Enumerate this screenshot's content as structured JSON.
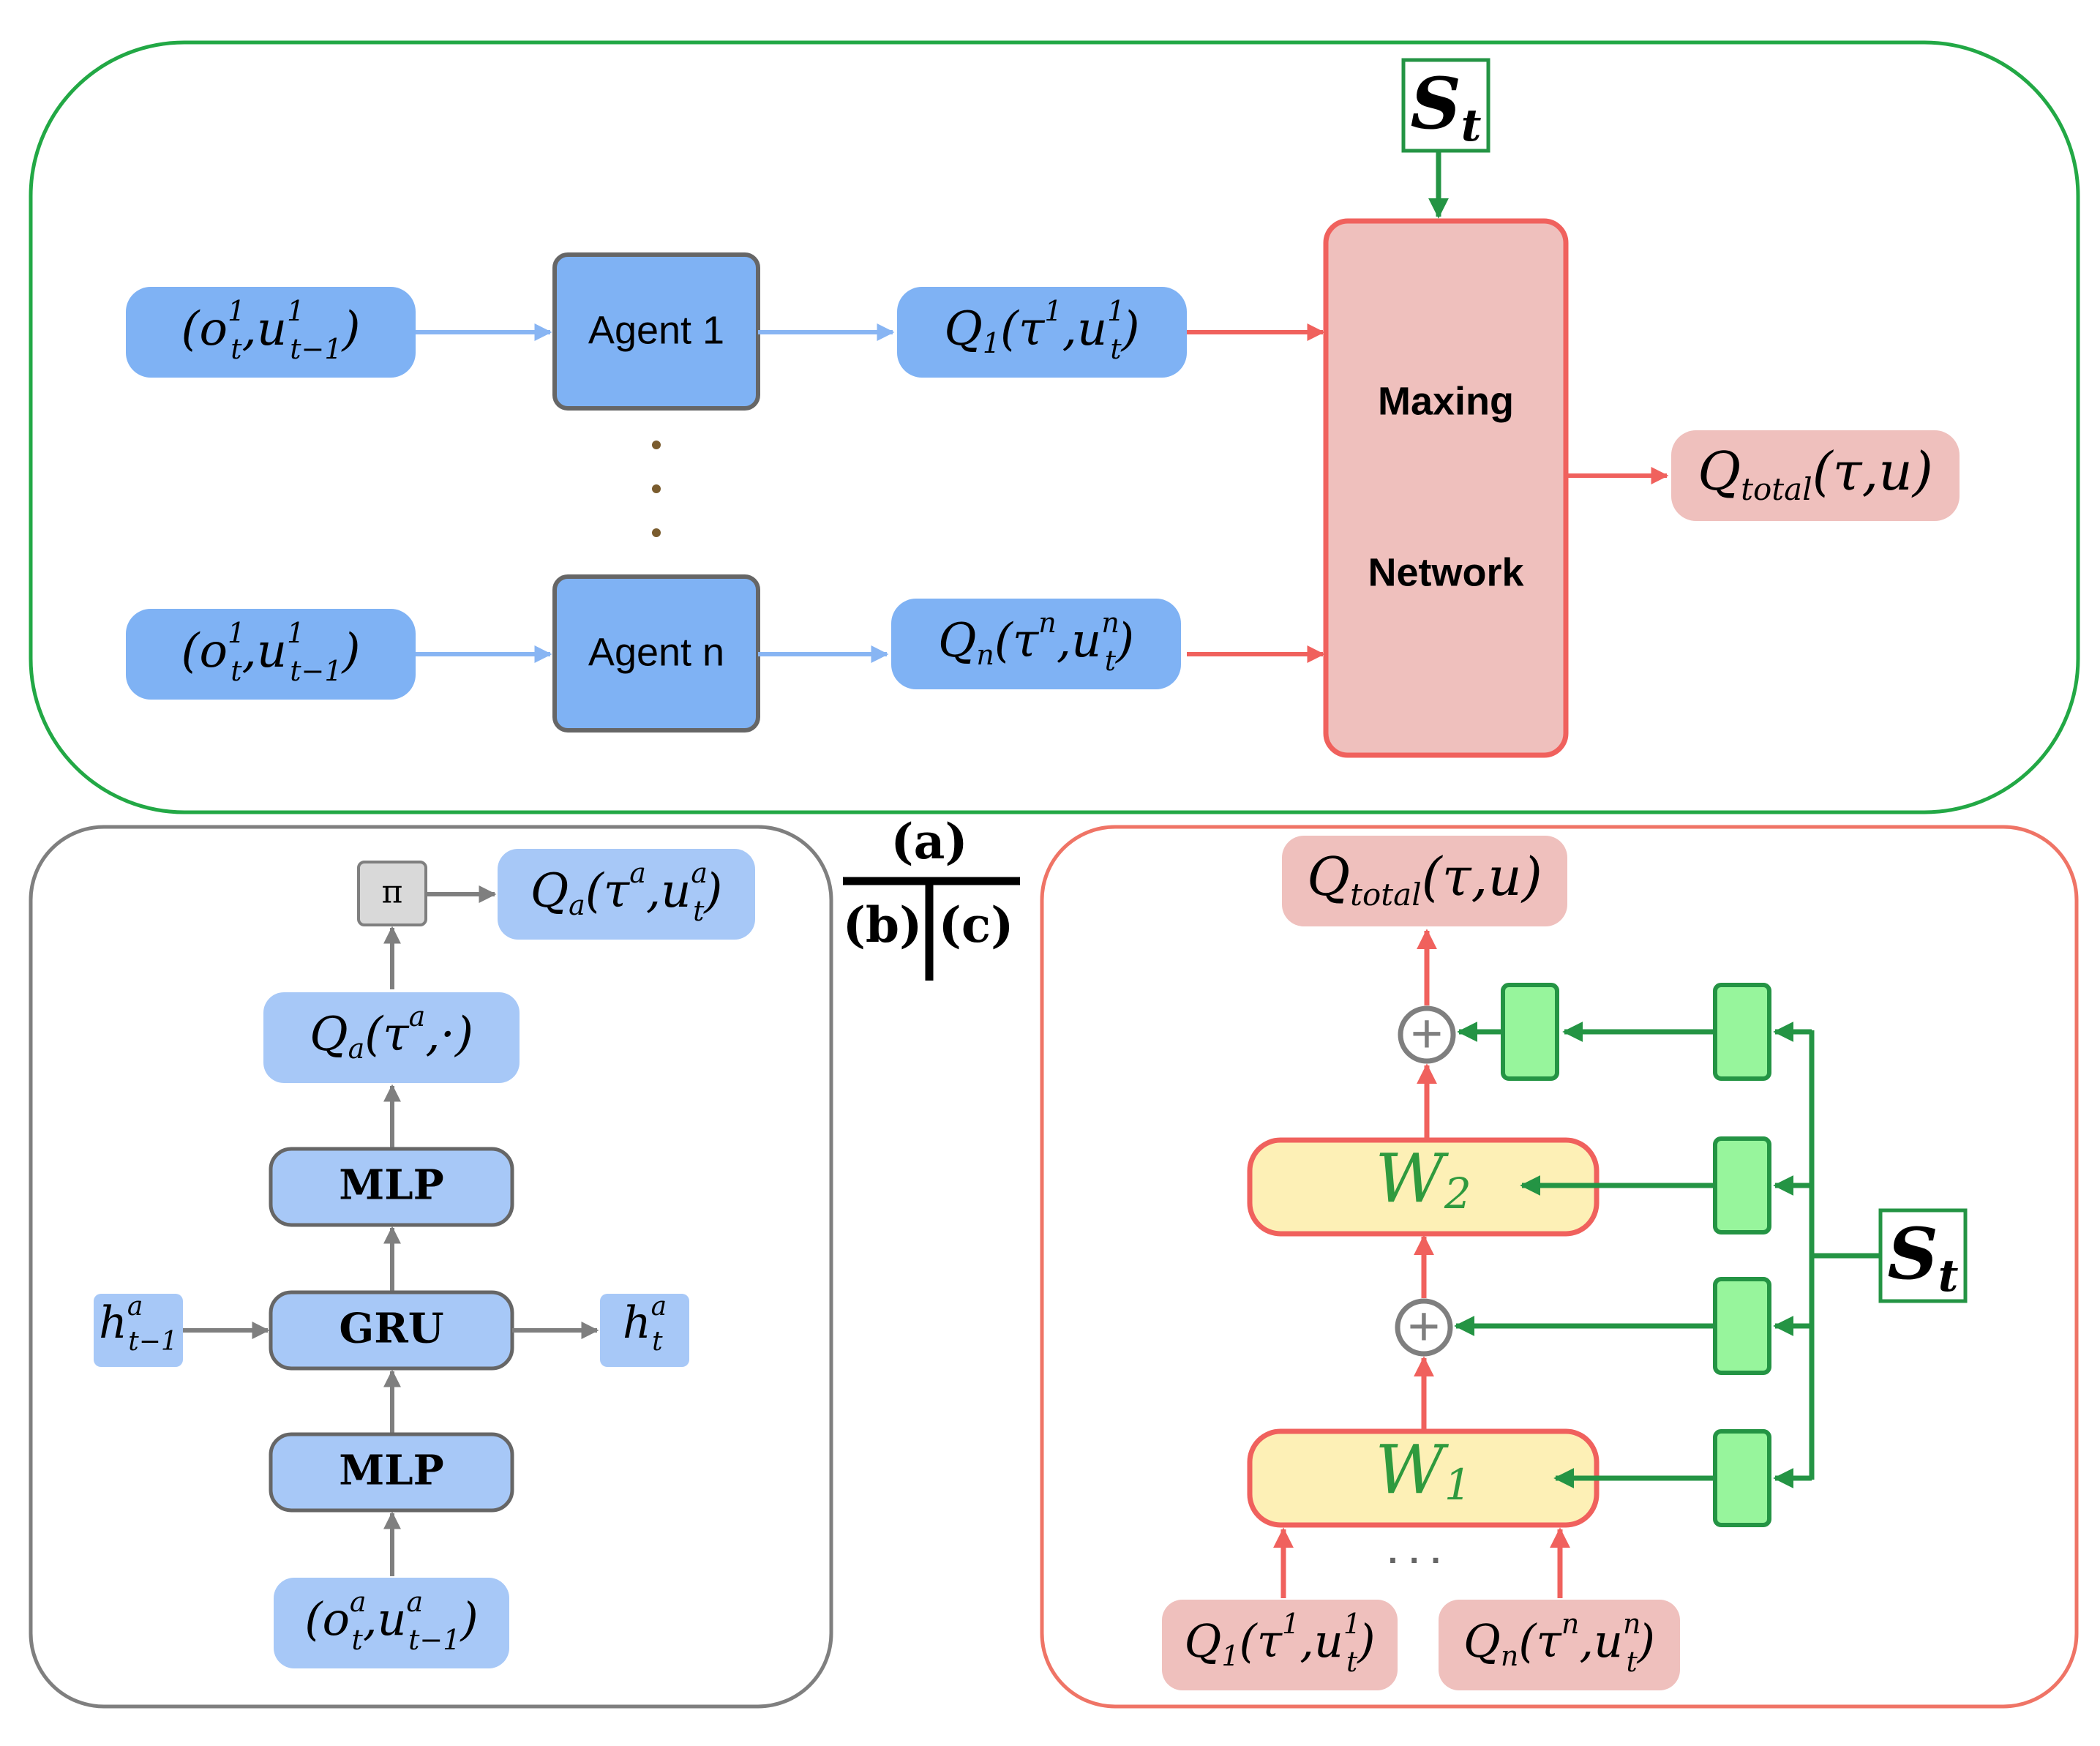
{
  "colors": {
    "panel_a_border": "#22a845",
    "panel_b_border": "#7f7f7f",
    "panel_c_border": "#ef7466",
    "light_blue": "#a7c8f7",
    "mid_blue": "#7fb2f4",
    "pink": "#efc0bd",
    "red": "#f0615d",
    "yellow": "#fdf0b6",
    "green": "#249444",
    "green_fill": "#97f59c",
    "grey": "#7f7f7f",
    "blue_arrow": "#88b5f3"
  },
  "panel_labels": {
    "a": "(a)",
    "b": "(b)",
    "c": "(c)"
  },
  "panel_a": {
    "state": {
      "base": "S",
      "sub": "t"
    },
    "inputs": [
      {
        "open": "(",
        "var1": "o",
        "var1_sup": "1",
        "var1_sub": "t",
        "sep": ",",
        "var2": "u",
        "var2_sup": "1",
        "var2_sub": "t−1",
        "close": ")"
      },
      {
        "open": "(",
        "var1": "o",
        "var1_sup": "1",
        "var1_sub": "t",
        "sep": ",",
        "var2": "u",
        "var2_sup": "1",
        "var2_sub": "t−1",
        "close": ")"
      }
    ],
    "agents": [
      "Agent 1",
      "Agent n"
    ],
    "ellipsis": "⋮",
    "q_values": [
      {
        "q": "Q",
        "q_sub": "1",
        "open": "(",
        "tau": "τ",
        "tau_sup": "1",
        "sep": ",",
        "u": "u",
        "u_sup": "1",
        "u_sub": "t",
        "close": ")"
      },
      {
        "q": "Q",
        "q_sub": "n",
        "open": "(",
        "tau": "τ",
        "tau_sup": "n",
        "sep": ",",
        "u": "u",
        "u_sup": "n",
        "u_sub": "t",
        "close": ")"
      }
    ],
    "mixer_line1": "Maxing",
    "mixer_line2": "Network",
    "output": {
      "q": "Q",
      "q_sub": "total",
      "args": "(τ,u)"
    }
  },
  "panel_b": {
    "policy": "π",
    "q_out": {
      "q": "Q",
      "q_sub": "a",
      "open": "(",
      "tau": "τ",
      "tau_sup": "a",
      "sep": ",",
      "u": "u",
      "u_sup": "a",
      "u_sub": "t",
      "close": ")"
    },
    "q_all": {
      "q": "Q",
      "q_sub": "a",
      "open": "(",
      "tau": "τ",
      "tau_sup": "a",
      "rest": ",·)"
    },
    "mlp_top": "MLP",
    "gru": "GRU",
    "mlp_bottom": "MLP",
    "h_prev": {
      "h": "h",
      "sup": "a",
      "sub": "t−1"
    },
    "h_next": {
      "h": "h",
      "sup": "a",
      "sub": "t"
    },
    "input": {
      "open": "(",
      "var1": "o",
      "var1_sup": "a",
      "var1_sub": "t",
      "sep": ",",
      "var2": "u",
      "var2_sup": "a",
      "var2_sub": "t−1",
      "close": ")"
    }
  },
  "panel_c": {
    "output": {
      "q": "Q",
      "q_sub": "total",
      "args": "(τ,u)"
    },
    "w2": {
      "w": "W",
      "sub": "2"
    },
    "w1": {
      "w": "W",
      "sub": "1"
    },
    "plus": "+",
    "ellipsis": "· · ·",
    "q_inputs": [
      {
        "q": "Q",
        "q_sub": "1",
        "open": "(",
        "tau": "τ",
        "tau_sup": "1",
        "sep": ",",
        "u": "u",
        "u_sup": "1",
        "u_sub": "t",
        "close": ")"
      },
      {
        "q": "Q",
        "q_sub": "n",
        "open": "(",
        "tau": "τ",
        "tau_sup": "n",
        "sep": ",",
        "u": "u",
        "u_sup": "n",
        "u_sub": "t",
        "close": ")"
      }
    ],
    "state": {
      "base": "S",
      "sub": "t"
    }
  }
}
